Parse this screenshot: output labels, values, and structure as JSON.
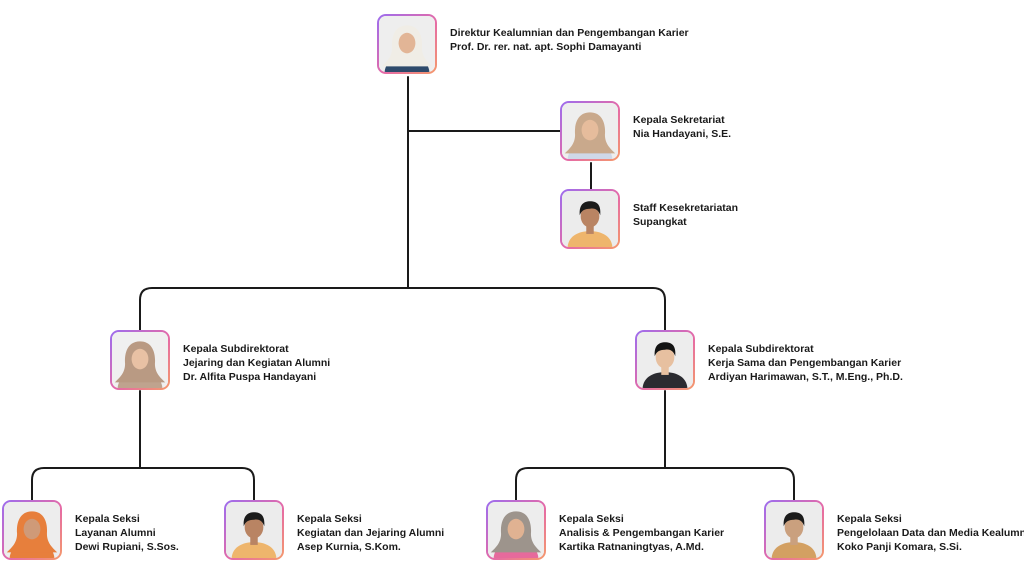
{
  "colors": {
    "line": "#1a1a1a",
    "frame_start": "#9b6cf0",
    "frame_end": "#f59a6a"
  },
  "nodes": {
    "director": {
      "role": "Direktur Kealumnian dan Pengembangan Karier",
      "name": "Prof. Dr. rer. nat. apt. Sophi Damayanti",
      "avatar": {
        "head": "hijab",
        "hijab": "#f0ede6",
        "top": "#2e4a6b",
        "skin": "#e2b596",
        "bg": "#eeeeee"
      }
    },
    "head_secretariat": {
      "role": "Kepala Sekretariat",
      "name": "Nia Handayani, S.E.",
      "avatar": {
        "head": "hijab",
        "hijab": "#c9a98c",
        "top": "#cfd8e8",
        "skin": "#e6bc9c",
        "bg": "#eeeeee"
      }
    },
    "staff_secretariat": {
      "role": "Staff Kesekretariatan",
      "name": "Supangkat",
      "avatar": {
        "head": "hair",
        "hair": "#1b1b1b",
        "top": "#eeb56c",
        "skin": "#b98463",
        "bg": "#ececec"
      }
    },
    "subdir_network": {
      "role": "Kepala Subdirektorat",
      "unit": "Jejaring dan Kegiatan Alumni",
      "name": "Dr. Alfita Puspa Handayani",
      "avatar": {
        "head": "hijab",
        "hijab": "#b99a83",
        "top": "#bfa38e",
        "skin": "#e8c1a4",
        "bg": "#f0f0f0"
      }
    },
    "subdir_coop": {
      "role": "Kepala Subdirektorat",
      "unit": "Kerja Sama dan Pengembangan Karier",
      "name": "Ardiyan Harimawan, S.T., M.Eng., Ph.D.",
      "avatar": {
        "head": "hair",
        "hair": "#141414",
        "top": "#2b2b30",
        "skin": "#e7c0a0",
        "bg": "#ededed"
      }
    },
    "sec_alumni_service": {
      "role": "Kepala Seksi",
      "unit": "Layanan Alumni",
      "name": "Dewi Rupiani, S.Sos.",
      "avatar": {
        "head": "hijab",
        "hijab": "#e77f3c",
        "top": "#e77f3c",
        "skin": "#cf9a78",
        "bg": "#ededed"
      }
    },
    "sec_activities": {
      "role": "Kepala Seksi",
      "unit": "Kegiatan dan Jejaring Alumni",
      "name": "Asep Kurnia, S.Kom.",
      "avatar": {
        "head": "hair",
        "hair": "#1b1b1b",
        "top": "#eeb56c",
        "skin": "#b98463",
        "bg": "#ececec"
      }
    },
    "sec_analysis": {
      "role": "Kepala Seksi",
      "unit": "Analisis & Pengembangan Karier",
      "name": "Kartika Ratnaningtyas, A.Md.",
      "avatar": {
        "head": "hijab",
        "hijab": "#9d948c",
        "top": "#e66a9c",
        "skin": "#e0b292",
        "bg": "#ededed"
      }
    },
    "sec_data_media": {
      "role": "Kepala Seksi",
      "unit": "Pengelolaan Data dan Media Kealumnian",
      "name": "Koko Panji Komara, S.Si.",
      "avatar": {
        "head": "hair",
        "hair": "#1b1b1b",
        "top": "#d3a062",
        "skin": "#caa07e",
        "bg": "#ececec"
      }
    }
  }
}
